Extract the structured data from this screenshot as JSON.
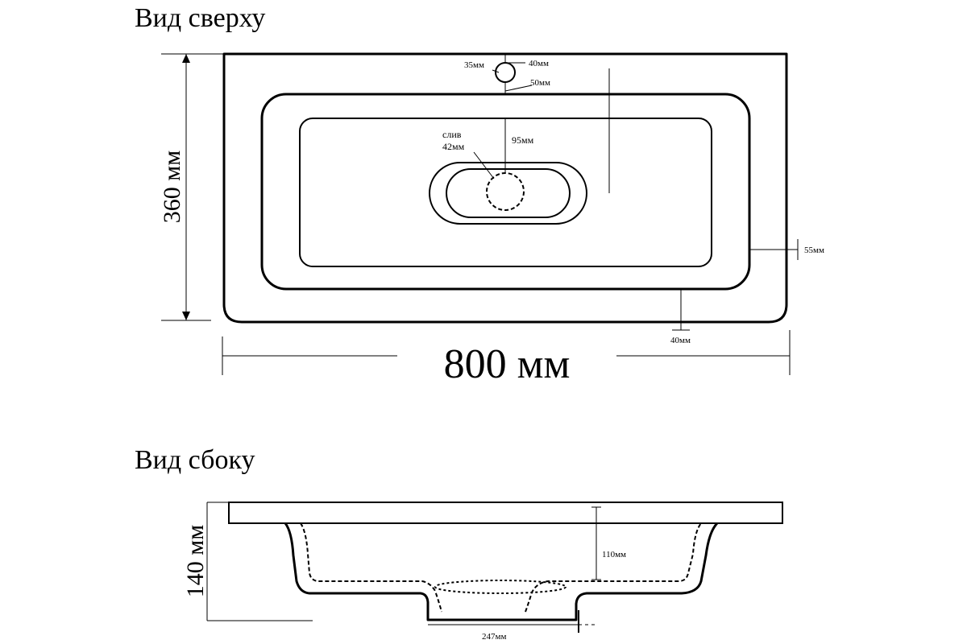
{
  "top_view": {
    "title": "Вид сверху",
    "width_label": "800 мм",
    "height_label": "360 мм",
    "tap_diameter_label": "35мм",
    "tap_offset_label": "40мм",
    "tap_to_bowl_label": "50мм",
    "drain_label": "слив",
    "drain_diameter_label": "42мм",
    "drain_offset_label": "95мм",
    "side_margin_label": "55мм",
    "front_margin_label": "40мм"
  },
  "side_view": {
    "title": "Вид сбоку",
    "height_label": "140 мм",
    "bowl_depth_label": "110мм",
    "base_width_label": "247мм"
  }
}
